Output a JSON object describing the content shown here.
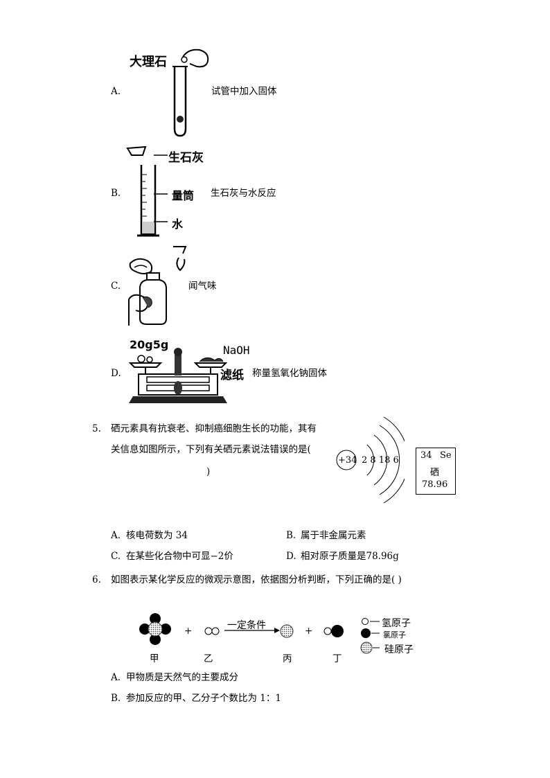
{
  "optA": {
    "letter": "A.",
    "fig_label": "大理石",
    "desc": "试管中加入固体"
  },
  "optB": {
    "letter": "B.",
    "label_lime": "生石灰",
    "label_cyl": "量筒",
    "label_water": "水",
    "desc": "生石灰与水反应"
  },
  "optC": {
    "letter": "C.",
    "desc": "闻气味"
  },
  "optD": {
    "letter": "D.",
    "weights": "20g5g",
    "naoh": "NaOH",
    "paper": "滤纸",
    "desc": "称量氢氧化钠固体"
  },
  "q5": {
    "num": "5.",
    "line1": "硒元素具有抗衰老、抑制癌细胞生长的功能，其有",
    "line2": "关信息如图所示，下列有关硒元素说法错误的是(",
    "line3": ")",
    "nucleus": "+34",
    "shells": "2 8 18 6",
    "element": {
      "number": "34",
      "symbol": "Se",
      "name": "硒",
      "mass": "78.96"
    },
    "choices": [
      {
        "letter": "A.",
        "text": "核电荷数为 34"
      },
      {
        "letter": "B.",
        "text": "属于非金属元素"
      },
      {
        "letter": "C.",
        "text": "在某些化合物中可显−2价"
      },
      {
        "letter": "D.",
        "text": "相对原子质量是78.96g"
      }
    ]
  },
  "q6": {
    "num": "6.",
    "stem": "如图表示某化学反应的微观示意图，依据图分析判断，下列正确的是(    )",
    "condition": "一定条件",
    "plus": "+",
    "labels": {
      "jia": "甲",
      "yi": "乙",
      "bing": "丙",
      "ding": "丁"
    },
    "legend": {
      "h": "氢原子",
      "cl": "氯原子",
      "si": "硅原子"
    },
    "choices": [
      {
        "letter": "A.",
        "text": "甲物质是天然气的主要成分"
      },
      {
        "letter": "B.",
        "text": "参加反应的甲、乙分子个数比为 1：1"
      }
    ]
  }
}
